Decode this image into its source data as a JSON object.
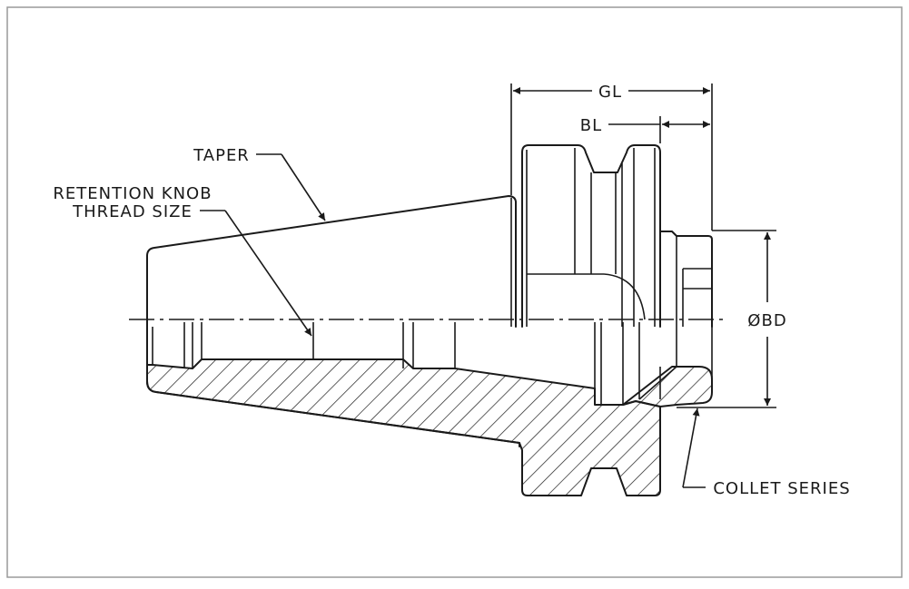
{
  "drawing": {
    "title": "Tool holder with collet chuck cross-section",
    "labels": {
      "gl": "GL",
      "bl": "BL",
      "taper": "TAPER",
      "retention_line1": "RETENTION KNOB",
      "retention_line2": "THREAD SIZE",
      "bore_diameter": "ØBD",
      "collet_series": "COLLET SERIES"
    },
    "colors": {
      "line": "#1a1a1a",
      "border": "#9a9a9a",
      "background": "#ffffff"
    }
  }
}
